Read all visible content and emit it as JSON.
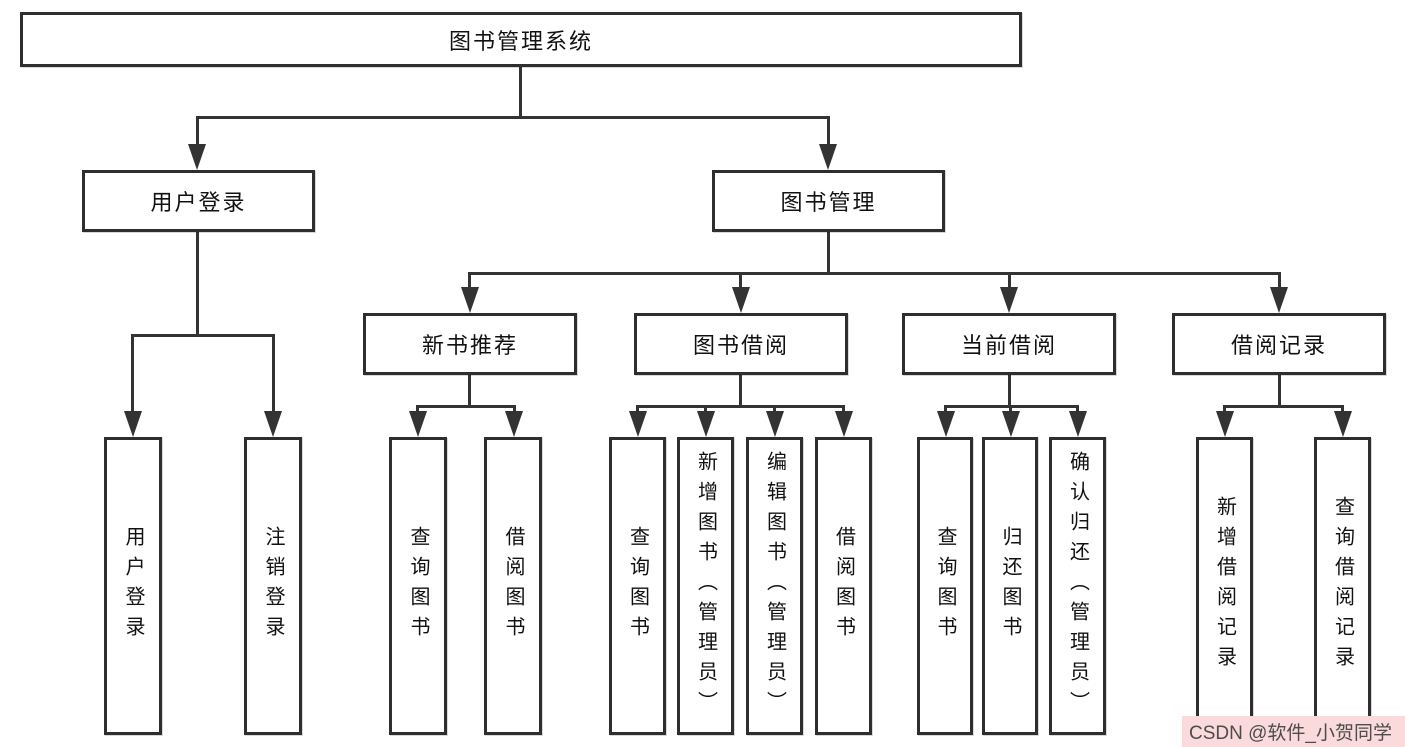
{
  "diagram_title": "图书管理系统",
  "colors": {
    "box_border": "#2e2e2e",
    "connector_line": "#333333",
    "text": "#111111",
    "watermark_background": "#fadada",
    "watermark_text": "#4d4d4d"
  },
  "nodes": {
    "root": {
      "label": "图书管理系统"
    },
    "user_login": {
      "label": "用户登录"
    },
    "book_management": {
      "label": "图书管理"
    },
    "new_book_recommend": {
      "label": "新书推荐"
    },
    "book_borrowing": {
      "label": "图书借阅"
    },
    "current_borrowing": {
      "label": "当前借阅"
    },
    "borrowing_records": {
      "label": "借阅记录"
    },
    "leaf_user_login": {
      "label": "用户登录"
    },
    "leaf_logout": {
      "label": "注销登录"
    },
    "leaf_nbr_query_books": {
      "label": "查询图书"
    },
    "leaf_nbr_borrow_books": {
      "label": "借阅图书"
    },
    "leaf_bb_query_books": {
      "label": "查询图书"
    },
    "leaf_bb_add_books": {
      "label": "新增图书（管理员）"
    },
    "leaf_bb_edit_books": {
      "label": "编辑图书（管理员）"
    },
    "leaf_bb_borrow_books": {
      "label": "借阅图书"
    },
    "leaf_cb_query_books": {
      "label": "查询图书"
    },
    "leaf_cb_return_books": {
      "label": "归还图书"
    },
    "leaf_cb_confirm_return": {
      "label": "确认归还（管理员）"
    },
    "leaf_br_add_record": {
      "label": "新增借阅记录"
    },
    "leaf_br_query_record": {
      "label": "查询借阅记录"
    }
  },
  "watermark": {
    "text": "CSDN @软件_小贺同学"
  }
}
